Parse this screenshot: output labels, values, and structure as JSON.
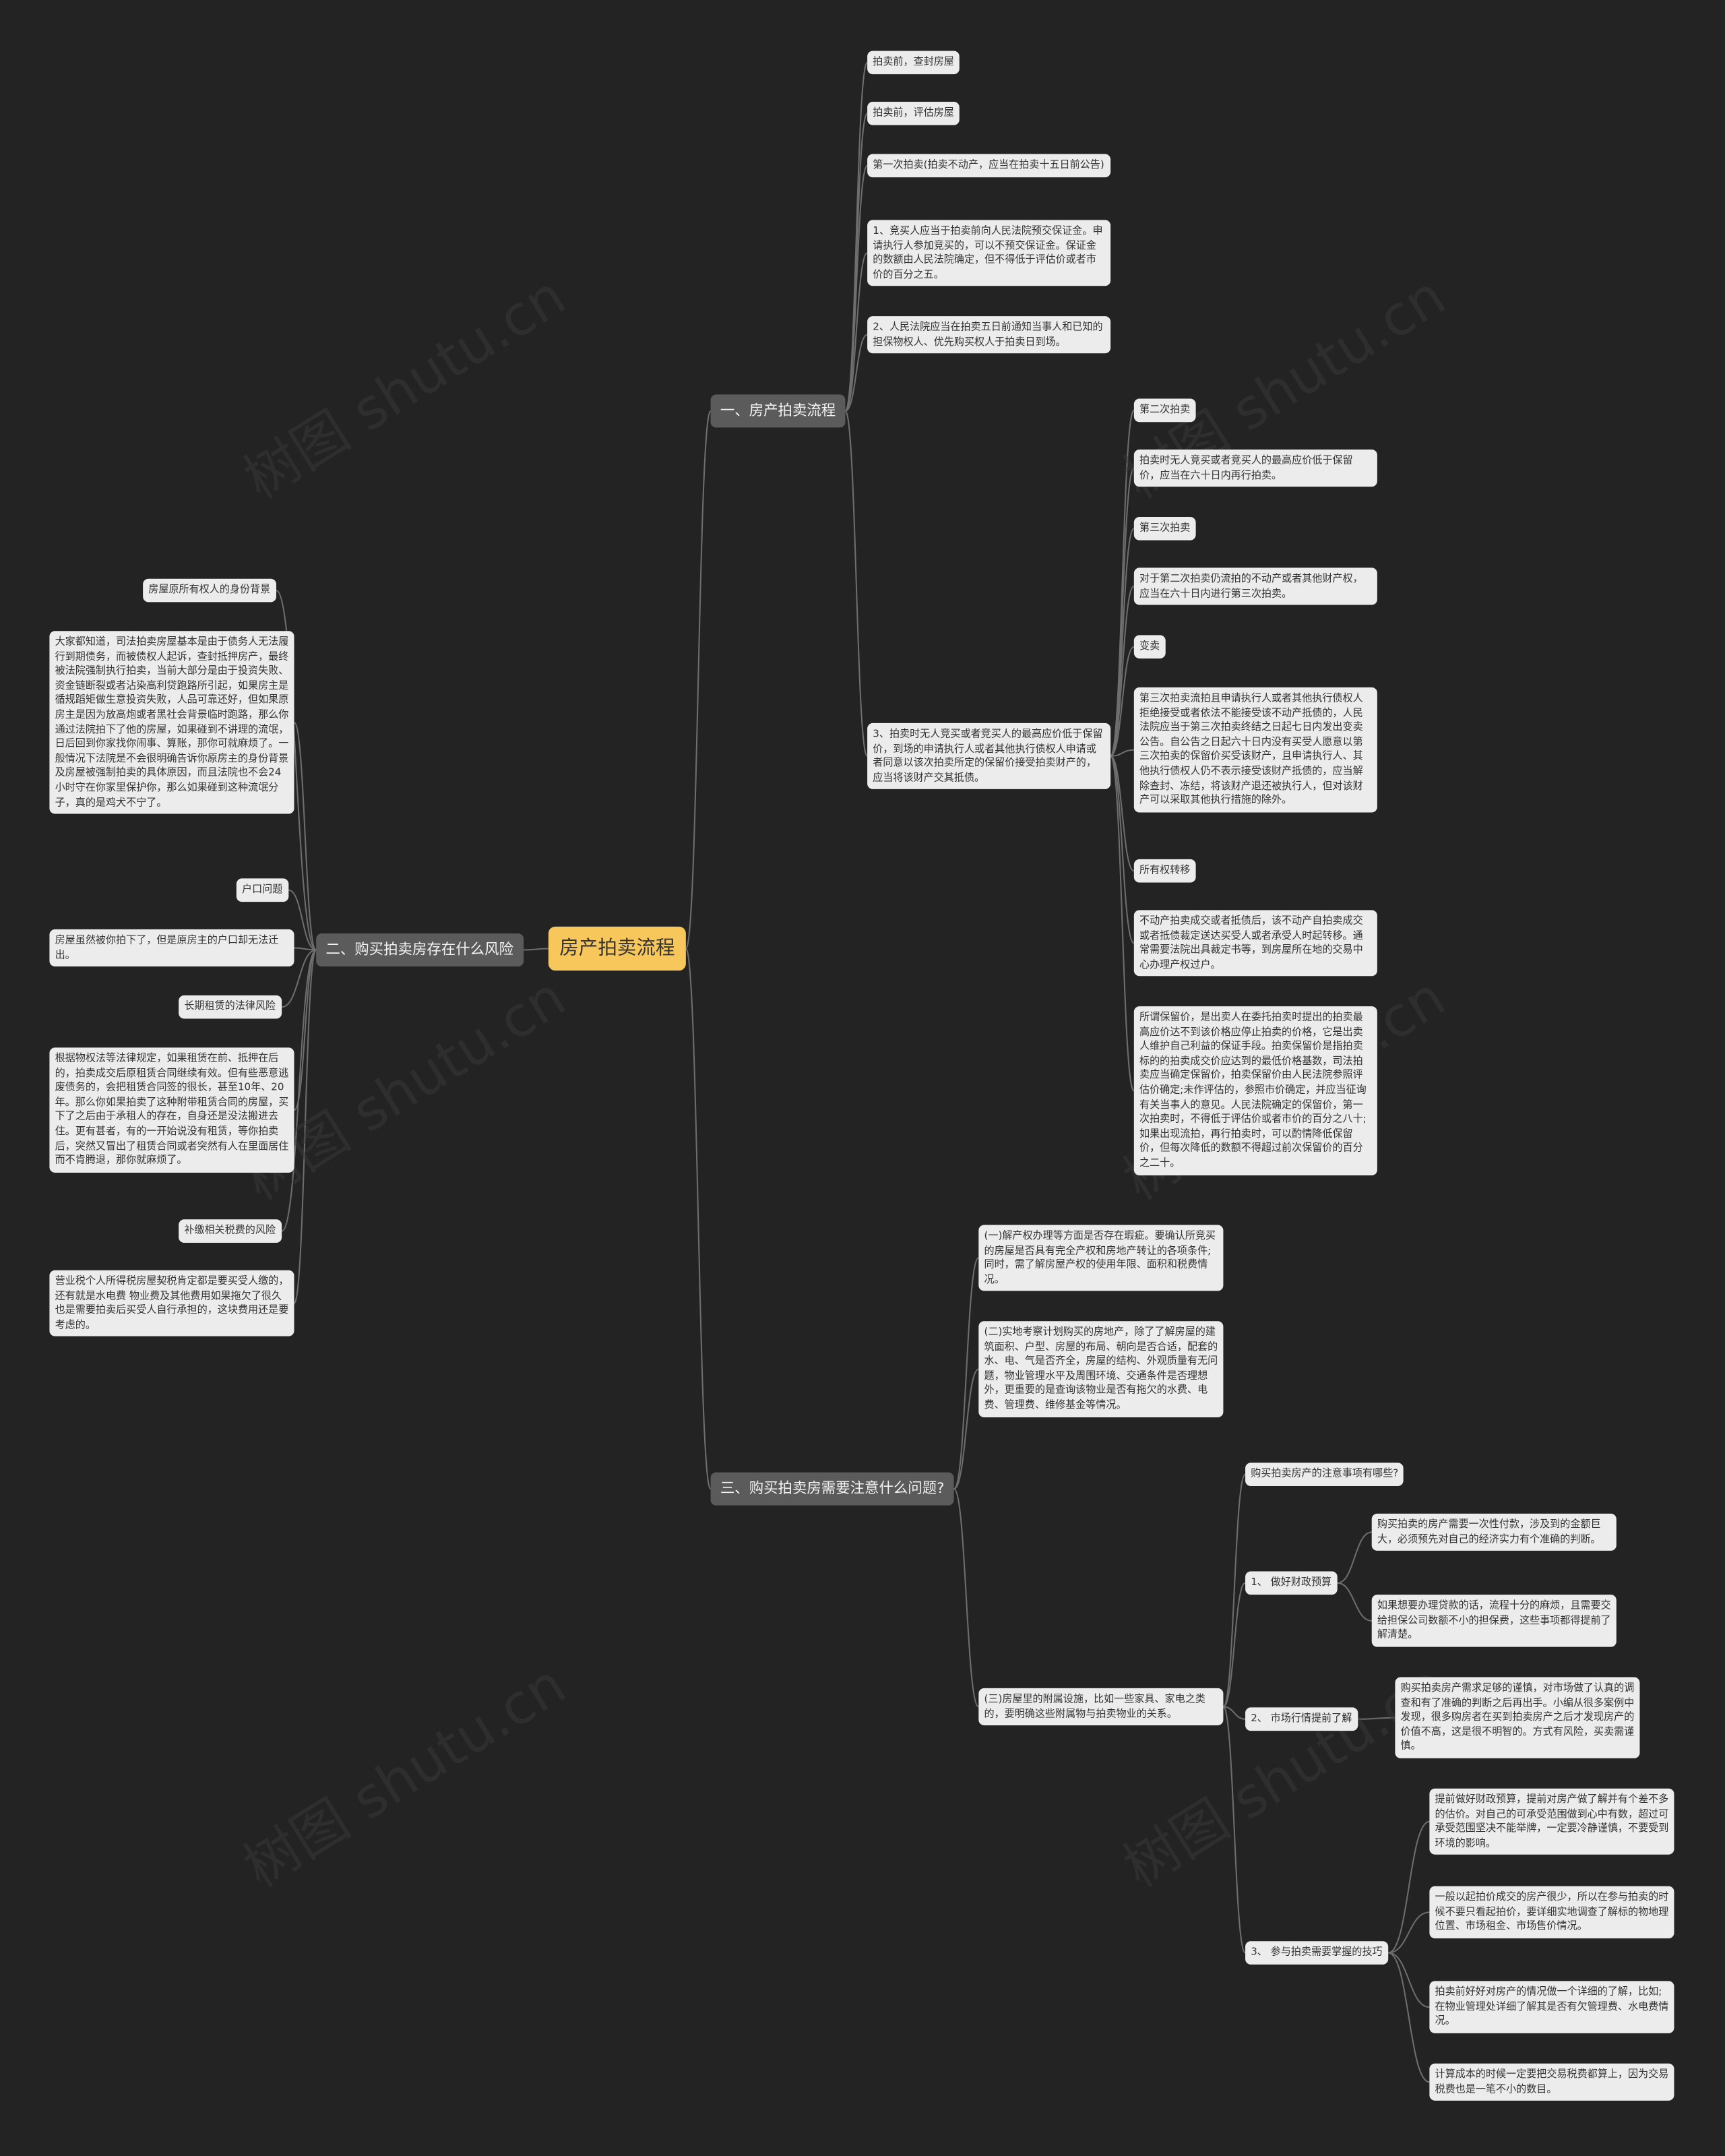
{
  "root": "房产拍卖流程",
  "branch1": {
    "title": "一、房产拍卖流程",
    "items": [
      "拍卖前，查封房屋",
      "拍卖前，评估房屋",
      "第一次拍卖(拍卖不动产，应当在拍卖十五日前公告)",
      "1、竞买人应当于拍卖前向人民法院预交保证金。申请执行人参加竞买的，可以不预交保证金。保证金的数额由人民法院确定，但不得低于评估价或者市价的百分之五。",
      "2、人民法院应当在拍卖五日前通知当事人和已知的担保物权人、优先购买权人于拍卖日到场。",
      "3、拍卖时无人竞买或者竞买人的最高应价低于保留价，到场的申请执行人或者其他执行债权人申请或者同意以该次拍卖所定的保留价接受拍卖财产的，应当将该财产交其抵债。"
    ],
    "sub": [
      "第二次拍卖",
      "拍卖时无人竞买或者竞买人的最高应价低于保留价，应当在六十日内再行拍卖。",
      "第三次拍卖",
      "对于第二次拍卖仍流拍的不动产或者其他财产权，应当在六十日内进行第三次拍卖。",
      "变卖",
      "第三次拍卖流拍且申请执行人或者其他执行债权人拒绝接受或者依法不能接受该不动产抵债的，人民法院应当于第三次拍卖终结之日起七日内发出变卖公告。自公告之日起六十日内没有买受人愿意以第三次拍卖的保留价买受该财产，且申请执行人、其他执行债权人仍不表示接受该财产抵债的，应当解除查封、冻结，将该财产退还被执行人，但对该财产可以采取其他执行措施的除外。",
      "所有权转移",
      "不动产拍卖成交或者抵债后，该不动产自拍卖成交或者抵债裁定送达买受人或者承受人时起转移。通常需要法院出具裁定书等，到房屋所在地的交易中心办理产权过户。",
      "所谓保留价，是出卖人在委托拍卖时提出的拍卖最高应价达不到该价格应停止拍卖的价格，它是出卖人维护自己利益的保证手段。拍卖保留价是指拍卖标的的拍卖成交价应达到的最低价格基数，司法拍卖应当确定保留价，拍卖保留价由人民法院参照评估价确定;未作评估的，参照市价确定，并应当征询有关当事人的意见。人民法院确定的保留价，第一次拍卖时，不得低于评估价或者市价的百分之八十;如果出现流拍，再行拍卖时，可以酌情降低保留价，但每次降低的数额不得超过前次保留价的百分之二十。"
    ]
  },
  "branch2": {
    "title": "二、购买拍卖房存在什么风险",
    "items": [
      "房屋原所有权人的身份背景",
      "大家都知道，司法拍卖房屋基本是由于债务人无法履行到期债务，而被债权人起诉，查封抵押房产，最终被法院强制执行拍卖，当前大部分是由于投资失败、资金链断裂或者沾染高利贷跑路所引起，如果房主是循规蹈矩做生意投资失败，人品可靠还好，但如果原房主是因为放高炮或者黑社会背景临时跑路，那么你通过法院拍下了他的房屋，如果碰到不讲理的流氓，日后回到你家找你闹事、算账，那你可就麻烦了。一般情况下法院是不会很明确告诉你原房主的身份背景及房屋被强制拍卖的具体原因，而且法院也不会24小时守在你家里保护你，那么如果碰到这种流氓分子，真的是鸡犬不宁了。",
      "户口问题",
      "房屋虽然被你拍下了，但是原房主的户口却无法迁出。",
      "长期租赁的法律风险",
      "根据物权法等法律规定，如果租赁在前、抵押在后的，拍卖成交后原租赁合同继续有效。但有些恶意逃废债务的，会把租赁合同签的很长，甚至10年、20年。那么你如果拍卖了这种附带租赁合同的房屋，买下了之后由于承租人的存在，自身还是没法搬进去住。更有甚者，有的一开始说没有租赁，等你拍卖后，突然又冒出了租赁合同或者突然有人在里面居住而不肯腾退，那你就麻烦了。",
      "补缴相关税费的风险",
      "营业税个人所得税房屋契税肯定都是要买受人缴的，还有就是水电费 物业费及其他费用如果拖欠了很久 也是需要拍卖后买受人自行承担的，这块费用还是要考虑的。"
    ]
  },
  "branch3": {
    "title": "三、购买拍卖房需要注意什么问题?",
    "items": [
      "(一)解产权办理等方面是否存在瑕疵。要确认所竞买的房屋是否具有完全产权和房地产转让的各项条件;同时，需了解房屋产权的使用年限、面积和税费情况。",
      "(二)实地考察计划购买的房地产，除了了解房屋的建筑面积、户型、房屋的布局、朝向是否合适，配套的水、电、气是否齐全，房屋的结构、外观质量有无问 题，物业管理水平及周围环境、交通条件是否理想外，更重要的是查询该物业是否有拖欠的水费、电费、管理费、维修基金等情况。",
      "(三)房屋里的附属设施，比如一些家具、家电之类的，要明确这些附属物与拍卖物业的关系。"
    ],
    "notice": "购买拍卖房产的注意事项有哪些?",
    "tips": [
      {
        "title": "1、 做好财政预算",
        "children": [
          "购买拍卖的房产需要一次性付款，涉及到的金额巨大，必须预先对自己的经济实力有个准确的判断。",
          "如果想要办理贷款的话，流程十分的麻烦，且需要交给担保公司数额不小的担保费，这些事项都得提前了解清楚。"
        ]
      },
      {
        "title": "2、 市场行情提前了解",
        "children": [
          "购买拍卖房产需求足够的谨慎，对市场做了认真的调查和有了准确的判断之后再出手。小编从很多案例中发现，很多购房者在买到拍卖房产之后才发现房产的价值不高，这是很不明智的。方式有风险，买卖需谨慎。"
        ]
      },
      {
        "title": "3、 参与拍卖需要掌握的技巧",
        "children": [
          "提前做好财政预算，提前对房产做了解并有个差不多的估价。对自己的可承受范围做到心中有数，超过可承受范围坚决不能举牌，一定要冷静谨慎，不要受到环境的影响。",
          "一般以起拍价成交的房产很少，所以在参与拍卖的时候不要只看起拍价，要详细实地调查了解标的物地理位置、市场租金、市场售价情况。",
          "拍卖前好好对房产的情况做一个详细的了解，比如;在物业管理处详细了解其是否有欠管理费、水电费情况。",
          "计算成本的时候一定要把交易税费都算上，因为交易税费也是一笔不小的数目。"
        ]
      }
    ]
  },
  "watermark": "树图 shutu.cn",
  "colors": {
    "background": "#232323",
    "root": "#f7c75b",
    "branch": "#5b5b5b",
    "node": "#ececec",
    "link": "#6e6e6e"
  }
}
